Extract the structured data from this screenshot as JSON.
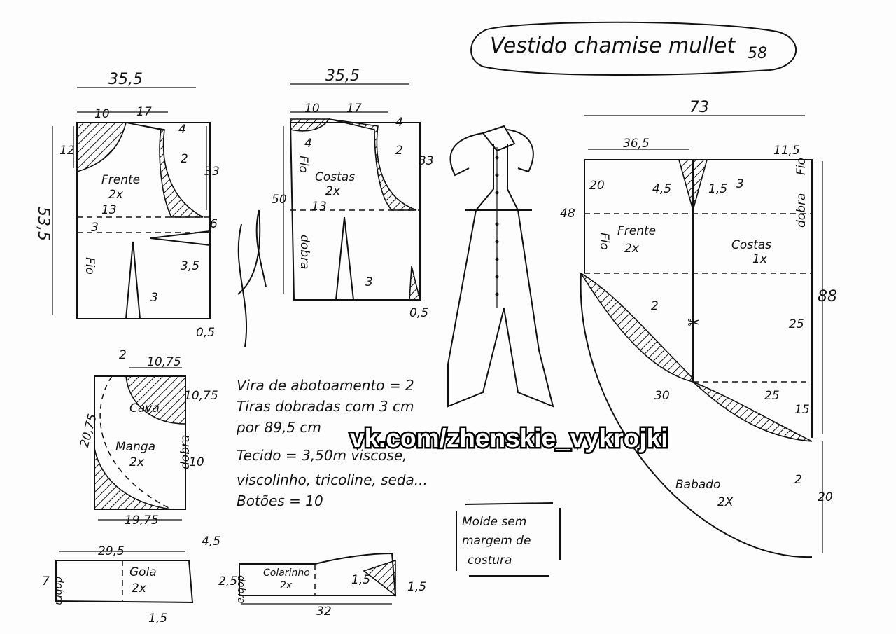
{
  "title": {
    "text": "Vestido chamise mullet",
    "number": "58"
  },
  "bodice_front": {
    "width": "35,5",
    "neck": "10",
    "shoulder": "17",
    "shoulder_drop": "4",
    "neck_depth": "12",
    "armhole": "2",
    "side_top": "33",
    "length": "53,5",
    "dart_pos": "13",
    "waist": "3",
    "side": "6",
    "side_dart": "3,5",
    "dart": "3",
    "hem": "0,5",
    "grain": "Fio",
    "name": "Frente",
    "qty": "2x"
  },
  "bodice_back": {
    "width": "35,5",
    "neck": "10",
    "shoulder": "17",
    "shoulder_drop": "4",
    "neck_depth": "4",
    "armhole": "2",
    "side_top": "33",
    "length": "50",
    "dart_pos": "13",
    "grain": "Fio",
    "fold": "dobra",
    "name": "Costas",
    "qty": "2x",
    "dart": "3",
    "hem": "0,5"
  },
  "sleeve": {
    "top": "2",
    "cap_width": "10,75",
    "cap_height": "10,75",
    "height": "20,75",
    "armhole": "Cava",
    "name": "Manga",
    "qty": "2x",
    "fold": "dobra",
    "side": "10",
    "bottom": "19,75"
  },
  "collar": {
    "width": "29,5",
    "tip": "4,5",
    "height": "7",
    "fold": "dobra",
    "name": "Gola",
    "qty": "2x",
    "bottom": "1,5"
  },
  "collar_stand": {
    "height": "2,5",
    "fold": "dobra",
    "name": "Colarinho",
    "qty": "2x",
    "inner": "1,5",
    "end": "1,5",
    "width": "32"
  },
  "skirt": {
    "width": "73",
    "front_width": "36,5",
    "back_offset": "11,5",
    "hip": "20",
    "dart_left": "4,5",
    "dart_right": "1,5",
    "back_dart": "3",
    "length": "48",
    "front_name": "Frente",
    "front_qty": "2x",
    "back_name": "Costas",
    "back_qty": "1x",
    "fold": "dobra",
    "grain": "Fio",
    "total": "88",
    "curve": "2",
    "ruffle_top": "25",
    "diag": "30",
    "angle": "25",
    "ruffle_mid": "15",
    "tip": "2",
    "ruffle_name": "Babado",
    "ruffle_qty": "2X",
    "ruffle_len": "20"
  },
  "notes": [
    "Vira de abotoamento = 2",
    "Tiras dobradas com 3 cm",
    "por 89,5 cm",
    "Tecido = 3,50m  viscose,",
    "viscolinho, tricoline, seda...",
    "Botões = 10"
  ],
  "disclaimer": [
    "Molde sem",
    "margem de",
    "costura"
  ],
  "watermark": "vk.com/zhenskie_vykrojki"
}
